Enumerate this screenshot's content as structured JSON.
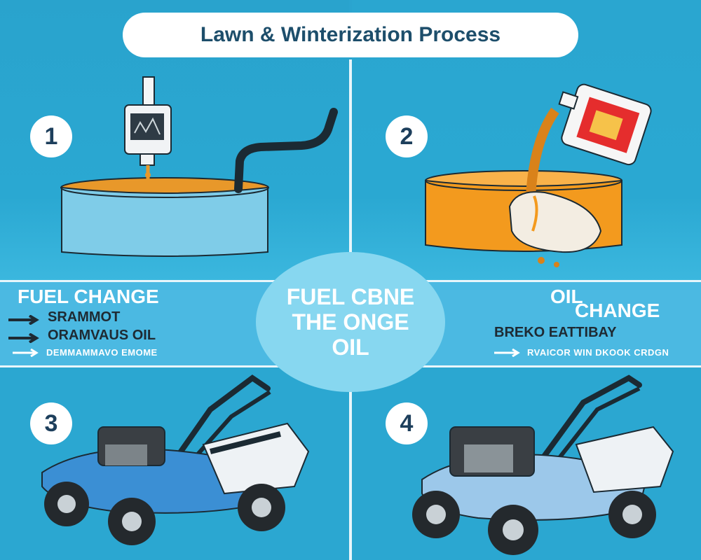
{
  "header": {
    "title": "Lawn & Winterization Process"
  },
  "steps": [
    {
      "number": "1"
    },
    {
      "number": "2"
    },
    {
      "number": "3"
    },
    {
      "number": "4"
    }
  ],
  "center": {
    "line1": "FUEL",
    "line1b": "CBNE",
    "line2": "THE ONGE",
    "line3": "OIL"
  },
  "left_band": {
    "title": "FUEL  CHANGE",
    "line1": "SRAMMOT",
    "line2": "ORAMVAUS OIL",
    "line3": "DEMMAMMAVO EMOME"
  },
  "right_band": {
    "title_a": "OIL",
    "title_b": "CHANGE",
    "line1": "BREKO EATTIBAY",
    "line2": "RVAICOR WIN DKOOK CRDGN"
  },
  "colors": {
    "background": "#2aa4cf",
    "band": "#5cc4e6",
    "title_text": "#1d4e6b",
    "orange": "#f39a1e",
    "tank_blue": "#7fcce8"
  }
}
